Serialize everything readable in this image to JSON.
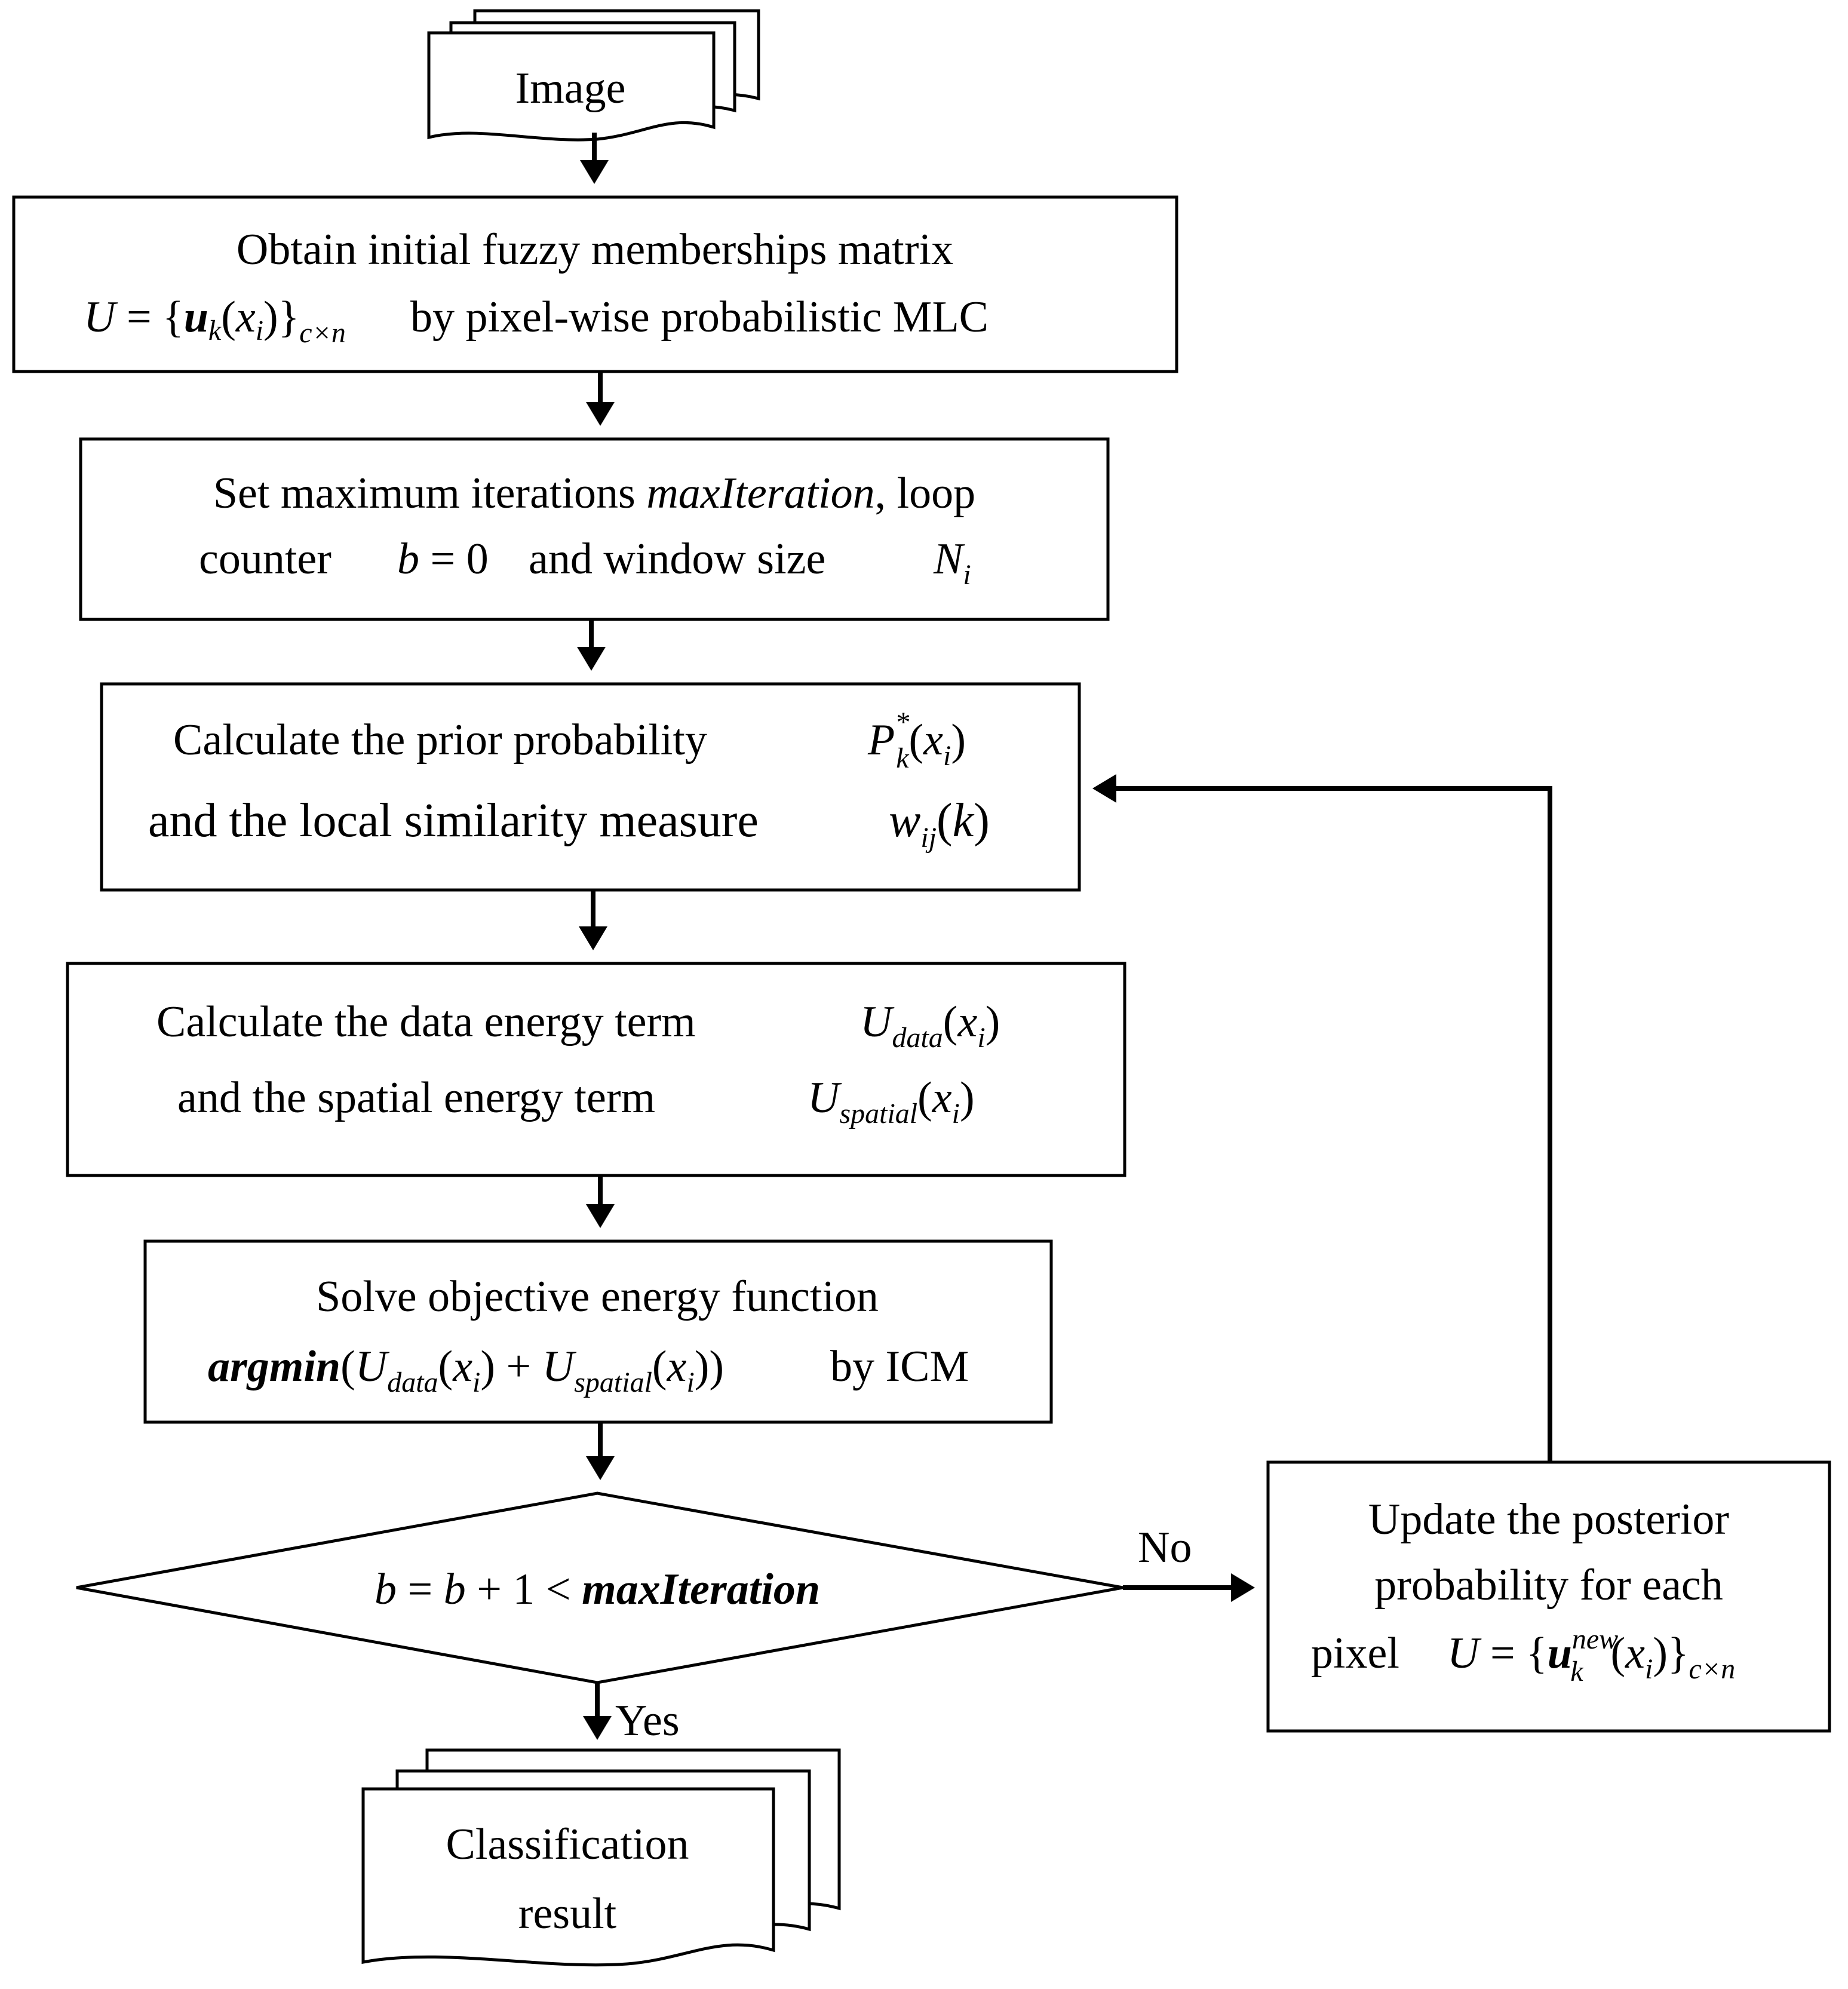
{
  "image_doc": {
    "label": "Image"
  },
  "step1": {
    "line1": "Obtain initial fuzzy memberships matrix",
    "formula": "U = {u_k(x_i)}_{c×n}",
    "text": "by pixel-wise probabilistic MLC"
  },
  "step2": {
    "line1_a": "Set maximum iterations ",
    "line1_var": "maxIteration",
    "line1_b": ", loop",
    "line2_a": "counter",
    "line2_formula": "b = 0",
    "line2_b": "and window size",
    "line2_var": "N_i"
  },
  "step3": {
    "line1": "Calculate the prior probability",
    "line1_formula": "P_k^*(x_i)",
    "line2": "and the local similarity measure",
    "line2_formula": "w_ij(k)"
  },
  "step4": {
    "line1": "Calculate the data energy term",
    "line1_formula": "U_data(x_i)",
    "line2": "and the spatial energy term",
    "line2_formula": "U_spatial(x_i)"
  },
  "step5": {
    "line1": "Solve objective energy function",
    "line2_formula": "argmin(U_data(x_i) + U_spatial(x_i))",
    "line2_text": "by ICM"
  },
  "decision": {
    "formula": "b = b + 1 < maxIteration"
  },
  "update": {
    "line1": "Update the posterior",
    "line2": "probability for each",
    "line3": "pixel",
    "line3_formula": "U = {u_k^new(x_i)}_{c×n}"
  },
  "labels": {
    "no": "No",
    "yes": "Yes"
  },
  "result_doc": {
    "line1": "Classification",
    "line2": "result"
  }
}
